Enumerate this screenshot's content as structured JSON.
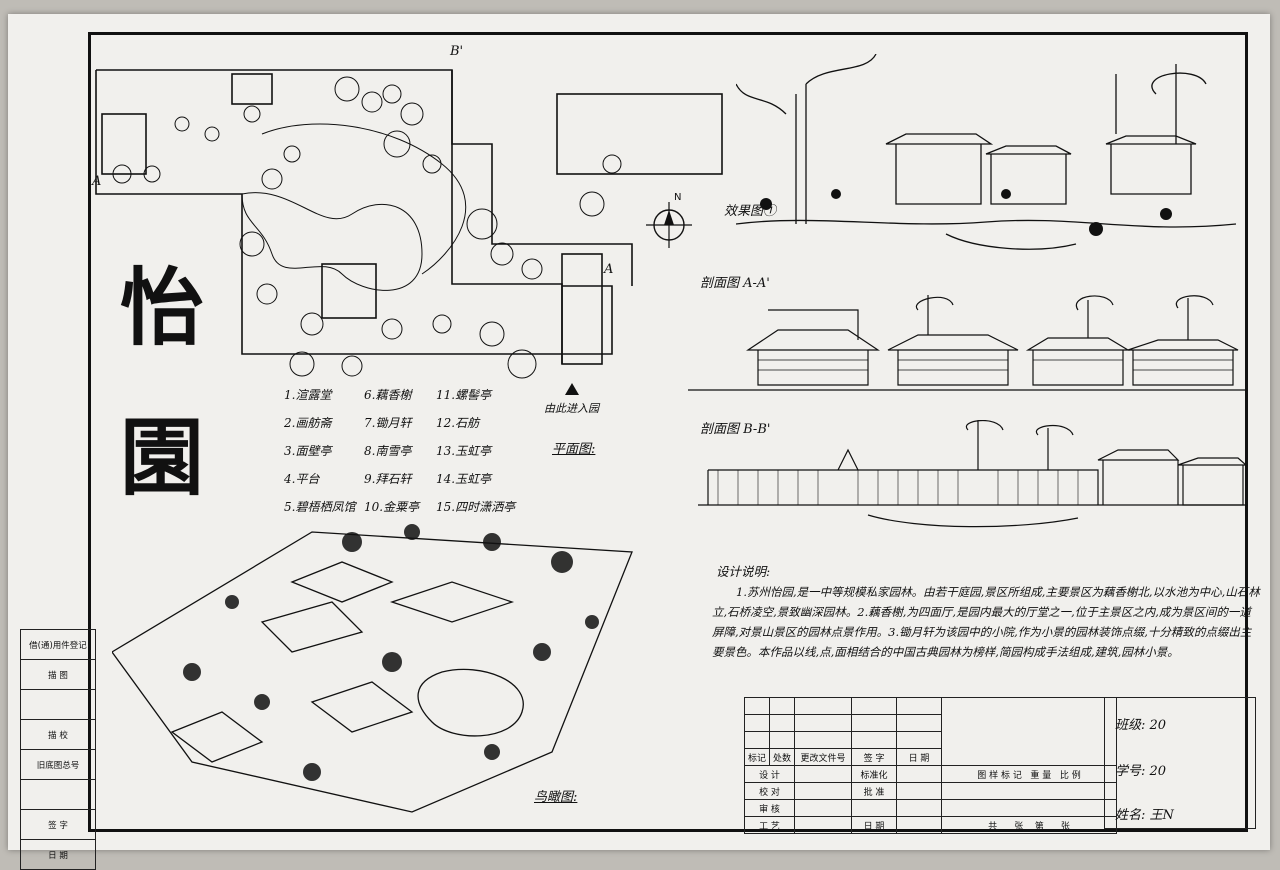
{
  "title": [
    "怡",
    "園"
  ],
  "legend": [
    "1.渲露堂",
    "2.画舫斋",
    "3.面壁亭",
    "4.平台",
    "5.碧梧栖凤馆",
    "6.藕香榭",
    "7.锄月轩",
    "8.南雪亭",
    "9.拜石轩",
    "10.金粟亭",
    "11.螺髻亭",
    "12.石舫",
    "13.玉虹亭",
    "14.玉虹亭",
    "15.四时潇洒亭"
  ],
  "captions": {
    "plan": "平面图:",
    "entrance": "由此进入园",
    "perspective": "效果图①",
    "section_a": "剖面图 A-A'",
    "section_b": "剖面图 B-B'",
    "aerial": "鸟瞰图:",
    "north": "N",
    "marker_a": "A",
    "marker_a_prime": "A'",
    "marker_b_prime": "B'"
  },
  "notes": {
    "heading": "设计说明:",
    "body": "1.苏州怡园,是一中等规模私家园林。由若干庭园,景区所组成,主要景区为藕香榭北,以水池为中心,山石林立,石桥凌空,景致幽深园林。2.藕香榭,为四面厅,是园内最大的厅堂之一,位于主景区之内,成为景区间的一道屏障,对景山景区的园林点景作用。3.锄月轩为该园中的小院,作为小景的园林装饰点缀,十分精致的点缀出主要景色。本作品以线,点,面相结合的中国古典园林为榜样,简园构成手法组成,建筑,园林小景。"
  },
  "side_table": [
    "借(通)用件登记",
    "描 图",
    "描 校",
    "旧底图总号",
    "签 字",
    "日 期"
  ],
  "title_block": {
    "rev_headers": [
      "标记",
      "处数",
      "更改文件号",
      "签 字",
      "日 期"
    ],
    "rows": [
      [
        "设 计",
        "标准化"
      ],
      [
        "校 对",
        "批 准"
      ],
      [
        "审 核",
        ""
      ],
      [
        "工 艺",
        "日 期"
      ]
    ],
    "mid_headers": [
      "图 样 标 记",
      "重 量",
      "比 例"
    ],
    "bottom": [
      "共",
      "张",
      "第",
      "张"
    ]
  },
  "info": {
    "class_label": "班级:",
    "class_value": "20",
    "student_label": "学号:",
    "student_value": "20",
    "name_label": "姓名:",
    "name_value": "王N"
  }
}
